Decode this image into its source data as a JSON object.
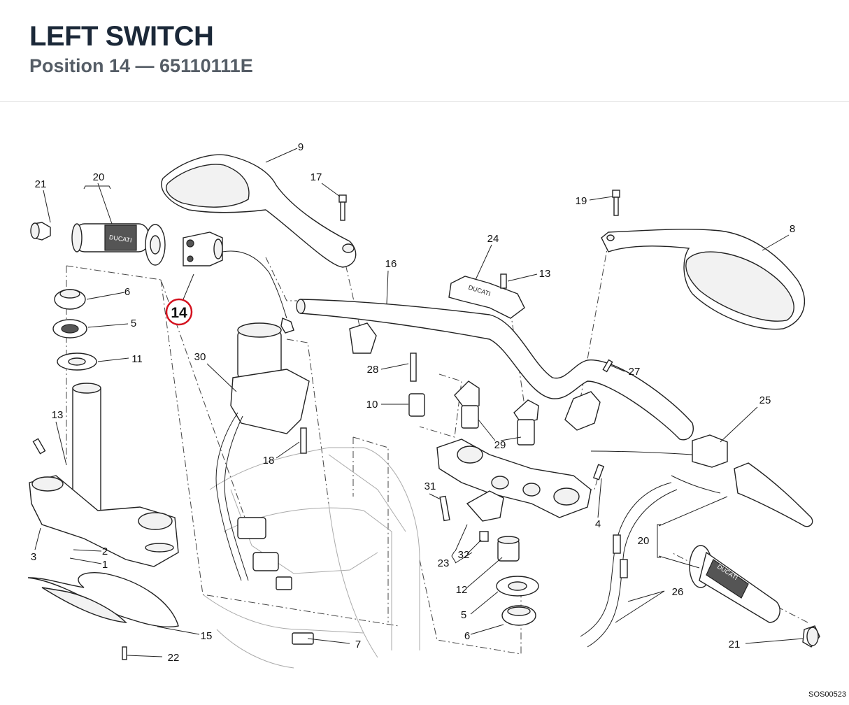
{
  "header": {
    "title": "LEFT SWITCH",
    "subtitle": "Position 14 — 65110111E"
  },
  "highlight": {
    "label": "14",
    "color": "#d4121f"
  },
  "callouts": {
    "c1": "1",
    "c2": "2",
    "c3": "3",
    "c4": "4",
    "c5a": "5",
    "c5b": "5",
    "c6a": "6",
    "c6b": "6",
    "c7": "7",
    "c8": "8",
    "c9": "9",
    "c10": "10",
    "c11": "11",
    "c12": "12",
    "c13a": "13",
    "c13b": "13",
    "c15": "15",
    "c16": "16",
    "c17": "17",
    "c18": "18",
    "c19": "19",
    "c20a": "20",
    "c20b": "20",
    "c21a": "21",
    "c21b": "21",
    "c22": "22",
    "c23": "23",
    "c24": "24",
    "c25": "25",
    "c26": "26",
    "c27": "27",
    "c28": "28",
    "c29": "29",
    "c30": "30",
    "c31": "31",
    "c32": "32"
  },
  "grip_brand": "DUCATI",
  "drawing_code": "SOS00523"
}
